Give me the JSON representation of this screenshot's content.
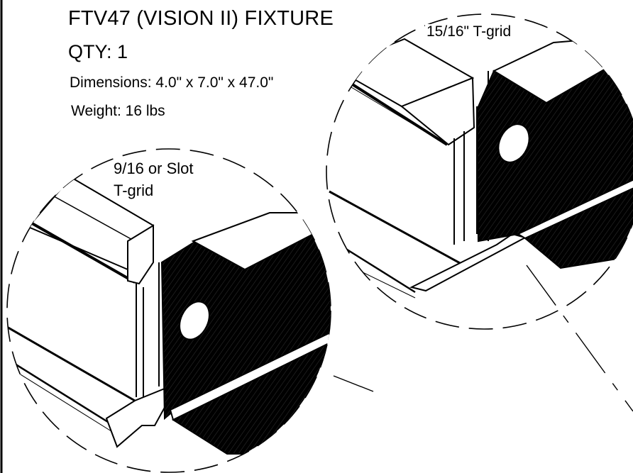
{
  "header": {
    "title": "FTV47 (VISION II) FIXTURE",
    "qty": "QTY: 1",
    "dimensions": "Dimensions: 4.0\" x 7.0\" x 47.0\"",
    "weight": "Weight:  16 lbs"
  },
  "details": {
    "right_label": "15/16\" T-grid",
    "left_label_line1": "9/16 or Slot",
    "left_label_line2": "T-grid"
  },
  "colors": {
    "ink": "#000000",
    "paper": "#ffffff"
  }
}
